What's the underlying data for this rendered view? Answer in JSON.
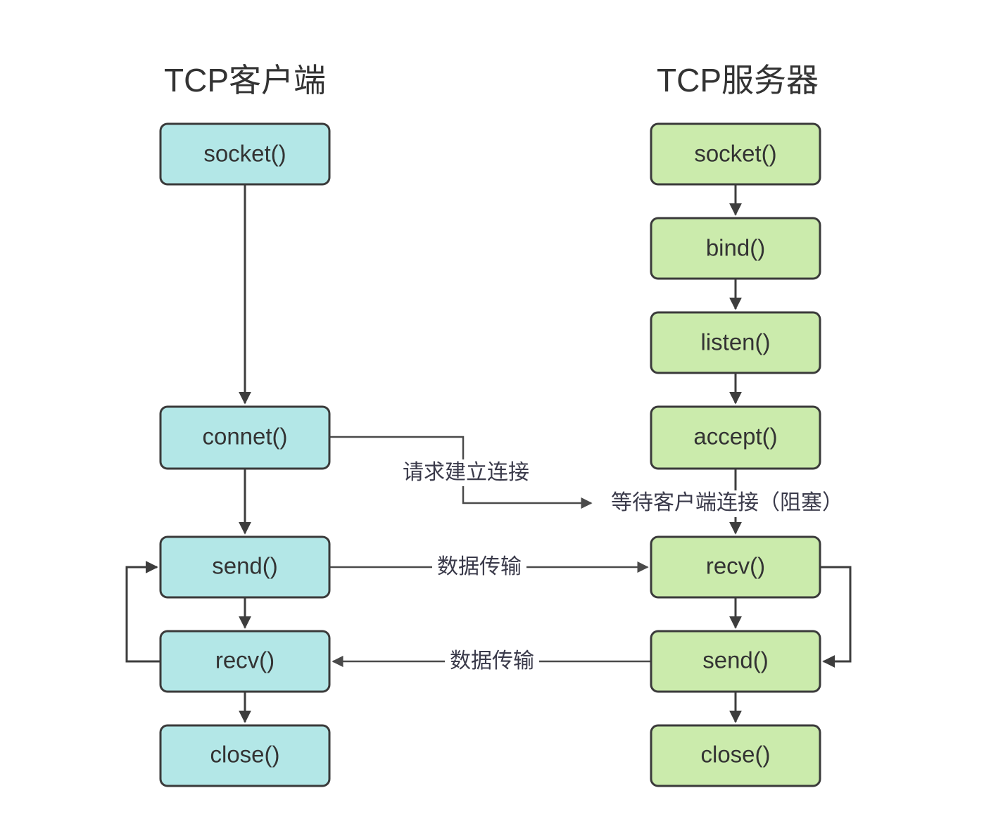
{
  "diagram": {
    "title_client": "TCP客户端",
    "title_server": "TCP服务器",
    "client_nodes": [
      {
        "id": "client-socket",
        "label": "socket()"
      },
      {
        "id": "client-connect",
        "label": "connet()"
      },
      {
        "id": "client-send",
        "label": "send()"
      },
      {
        "id": "client-recv",
        "label": "recv()"
      },
      {
        "id": "client-close",
        "label": "close()"
      }
    ],
    "server_nodes": [
      {
        "id": "server-socket",
        "label": "socket()"
      },
      {
        "id": "server-bind",
        "label": "bind()"
      },
      {
        "id": "server-listen",
        "label": "listen()"
      },
      {
        "id": "server-accept",
        "label": "accept()"
      },
      {
        "id": "server-recv",
        "label": "recv()"
      },
      {
        "id": "server-send",
        "label": "send()"
      },
      {
        "id": "server-close",
        "label": "close()"
      }
    ],
    "edge_labels": {
      "connect_request": "请求建立连接",
      "wait_client": "等待客户端连接（阻塞）",
      "data_transfer_out": "数据传输",
      "data_transfer_in": "数据传输"
    },
    "colors": {
      "client_fill": "#b3e7e7",
      "server_fill": "#cbebac",
      "node_stroke": "#3a3a3a",
      "edge_stroke": "#3d3d3d",
      "text": "#333333",
      "background": "#ffffff"
    }
  }
}
